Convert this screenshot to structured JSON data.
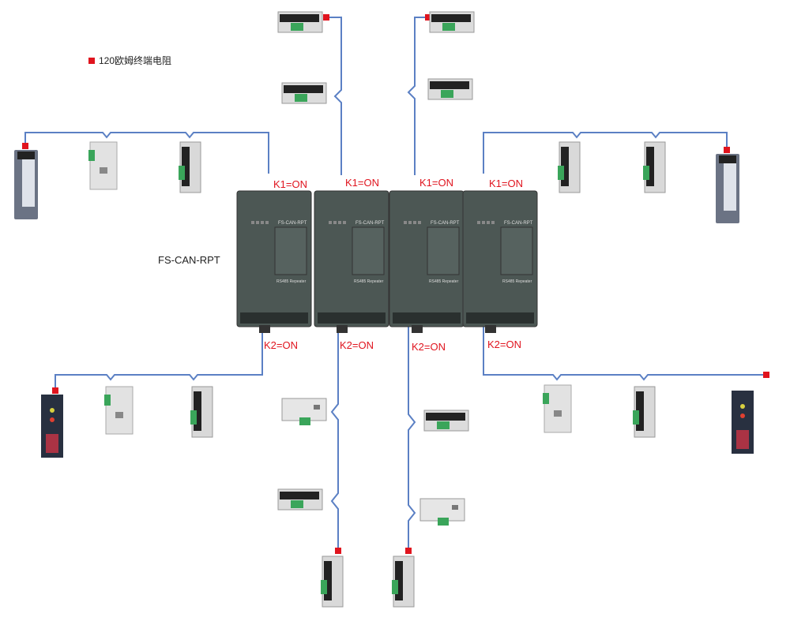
{
  "legend": {
    "label": "120欧姆终端电阻",
    "color": "#e0141e"
  },
  "title": "FS-CAN-RPT",
  "module": {
    "model": "FS-CAN-RPT",
    "subtitle": "RS485 Repeater"
  },
  "k1_labels": [
    "K1=ON",
    "K1=ON",
    "K1=ON",
    "K1=ON"
  ],
  "k2_labels": [
    "K2=ON",
    "K2=ON",
    "K2=ON",
    "K2=ON"
  ],
  "colors": {
    "line": "#5b80c4",
    "terminator": "#e0141e",
    "module": "#4c5754"
  }
}
